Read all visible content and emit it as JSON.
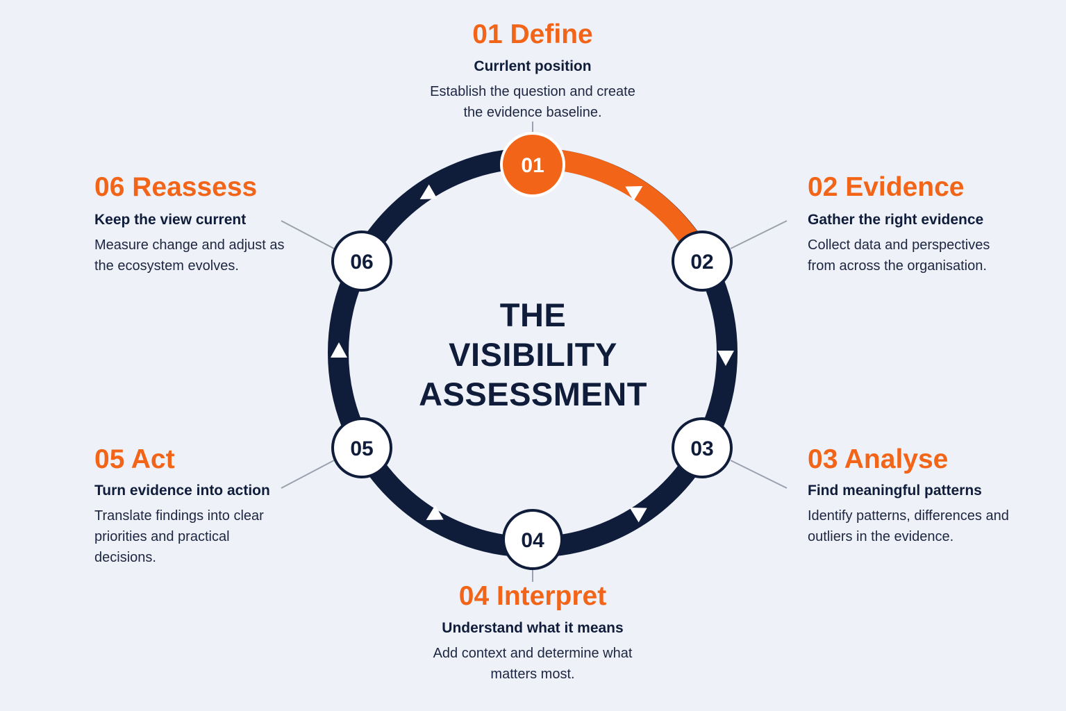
{
  "center": {
    "line1": "THE",
    "line2": "VISIBILITY",
    "line3": "ASSESSMENT"
  },
  "colors": {
    "accent": "#f26418",
    "navy": "#0f1c3a",
    "background": "#eff1f8",
    "node_fill": "#ffffff"
  },
  "steps": [
    {
      "number": "01",
      "title": "01 Define",
      "subtitle": "Currlent position",
      "description": "Establish the question and create the evidence baseline."
    },
    {
      "number": "02",
      "title": "02 Evidence",
      "subtitle": "Gather the right evidence",
      "description": "Collect data and perspectives from across the organisation."
    },
    {
      "number": "03",
      "title": "03 Analyse",
      "subtitle": "Find meaningful patterns",
      "description": "Identify patterns, differences and outliers in the evidence."
    },
    {
      "number": "04",
      "title": "04 Interpret",
      "subtitle": "Understand what it means",
      "description": "Add context and determine what matters most."
    },
    {
      "number": "05",
      "title": "05 Act",
      "subtitle": "Turn evidence into action",
      "description": "Translate findings into clear priorities and practical decisions."
    },
    {
      "number": "06",
      "title": "06 Reassess",
      "subtitle": "Keep the view current",
      "description": "Measure change and adjust as the ecosystem evolves."
    }
  ]
}
